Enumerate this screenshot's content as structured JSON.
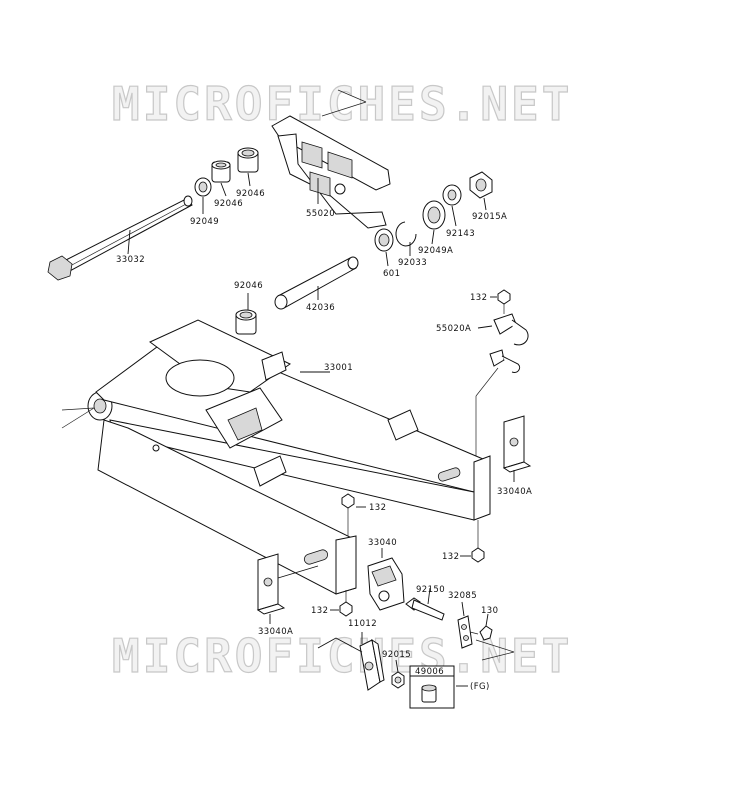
{
  "watermark": {
    "text": "MICROFICHES.NET",
    "color": "#c8c8c8"
  },
  "parts": {
    "p33032": "33032",
    "p92049": "92049",
    "p92046a": "92046",
    "p92046b": "92046",
    "p55020": "55020",
    "p601": "601",
    "p92033": "92033",
    "p92049A": "92049A",
    "p92143": "92143",
    "p92015A": "92015A",
    "p92046c": "92046",
    "p42036": "42036",
    "p132a": "132",
    "p55020A": "55020A",
    "p33001": "33001",
    "p33040A_right": "33040A",
    "p132b": "132",
    "p33040": "33040",
    "p132c": "132",
    "p92150": "92150",
    "p32085": "32085",
    "p130": "130",
    "p132d": "132",
    "p33040A_left": "33040A",
    "p11012": "11012",
    "p92015": "92015",
    "p49006": "49006",
    "fg": "(FG)"
  }
}
